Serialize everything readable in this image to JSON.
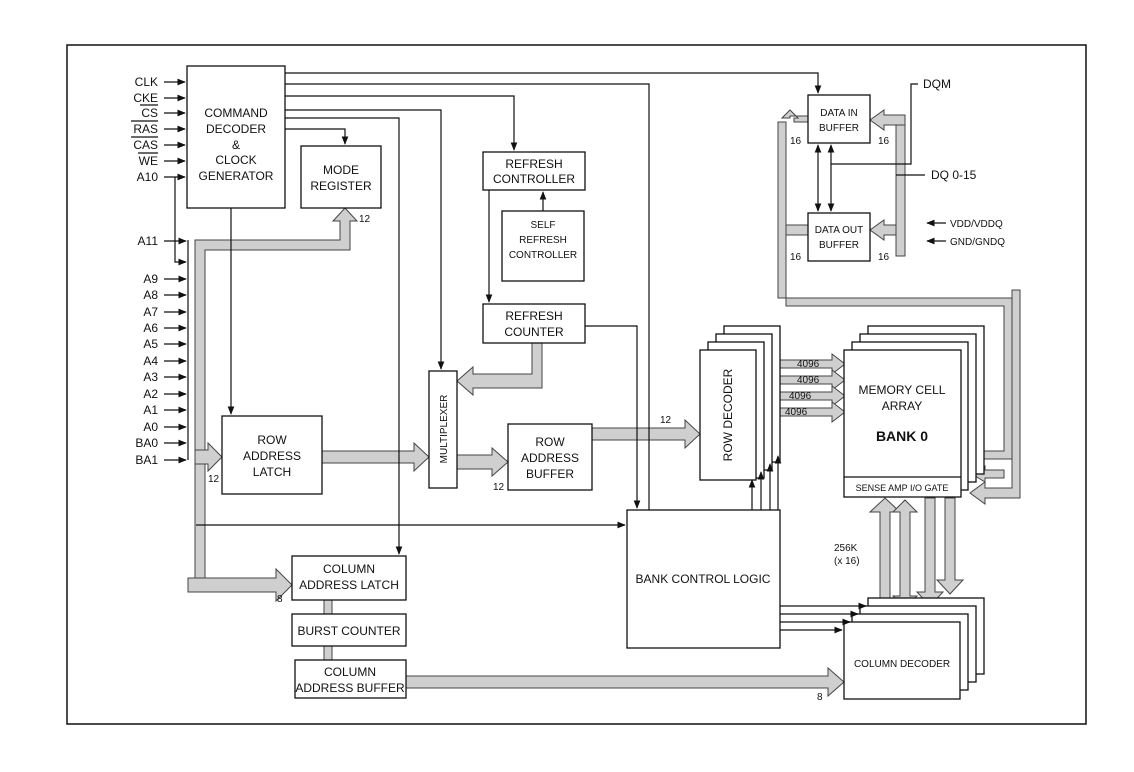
{
  "colors": {
    "bus_fill": "#cfcfcf",
    "line": "#111111"
  },
  "signals": {
    "clk": "CLK",
    "cke": "CKE",
    "cs": "CS",
    "ras": "RAS",
    "cas": "CAS",
    "we": "WE",
    "a10": "A10",
    "a11": "A11",
    "a9": "A9",
    "a8": "A8",
    "a7": "A7",
    "a6": "A6",
    "a5": "A5",
    "a4": "A4",
    "a3": "A3",
    "a2": "A2",
    "a1": "A1",
    "a0": "A0",
    "ba0": "BA0",
    "ba1": "BA1",
    "dqm": "DQM",
    "dq": "DQ 0-15",
    "vdd": "VDD/VDDQ",
    "gnd": "GND/GNDQ"
  },
  "blocks": {
    "command_decoder": [
      "COMMAND",
      "DECODER",
      "&",
      "CLOCK",
      "GENERATOR"
    ],
    "mode_register": [
      "MODE",
      "REGISTER"
    ],
    "refresh_controller": [
      "REFRESH",
      "CONTROLLER"
    ],
    "self_refresh": [
      "SELF",
      "REFRESH",
      "CONTROLLER"
    ],
    "refresh_counter": [
      "REFRESH",
      "COUNTER"
    ],
    "multiplexer": "MULTIPLEXER",
    "row_address_latch": [
      "ROW",
      "ADDRESS",
      "LATCH"
    ],
    "row_address_buffer": [
      "ROW",
      "ADDRESS",
      "BUFFER"
    ],
    "row_decoder": "ROW DECODER",
    "memory_array": [
      "MEMORY CELL",
      "ARRAY"
    ],
    "bank": "BANK 0",
    "sense_amp": "SENSE AMP I/O GATE",
    "bank_control": "BANK CONTROL LOGIC",
    "column_address_latch": [
      "COLUMN",
      "ADDRESS LATCH"
    ],
    "burst_counter": "BURST COUNTER",
    "column_address_buffer": [
      "COLUMN",
      "ADDRESS BUFFER"
    ],
    "column_decoder": "COLUMN DECODER",
    "data_in_buffer": [
      "DATA IN",
      "BUFFER"
    ],
    "data_out_buffer": [
      "DATA OUT",
      "BUFFER"
    ]
  },
  "bus_widths": {
    "mode_reg": "12",
    "row_latch": "12",
    "row_buffer": "12",
    "row_decoder_in": "12",
    "row_lines": [
      "4096",
      "4096",
      "4096",
      "4096"
    ],
    "col_latch": "8",
    "col_decoder": "8",
    "sense": [
      "256K",
      "(x 16)"
    ],
    "data_in_left": "16",
    "data_in_right": "16",
    "data_out_left": "16",
    "data_out_right": "16"
  }
}
